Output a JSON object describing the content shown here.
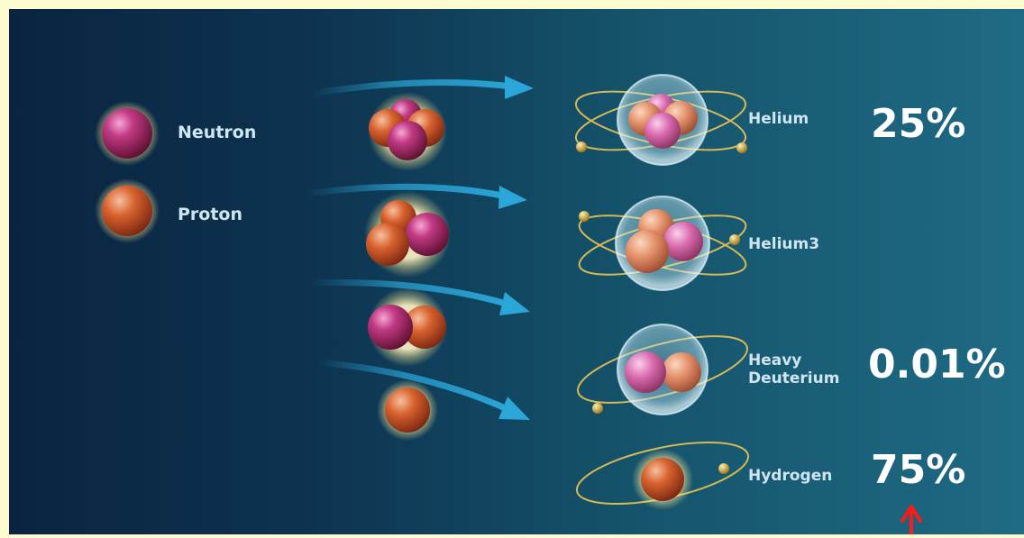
{
  "legend": {
    "neutron_label": "Neutron",
    "proton_label": "Proton"
  },
  "atoms": {
    "helium": {
      "label": "Helium",
      "percent": "25%"
    },
    "helium3": {
      "label": "Helium3"
    },
    "deuterium": {
      "label_line1": "Heavy",
      "label_line2": "Deuterium",
      "percent": "0.01%"
    },
    "hydrogen": {
      "label": "Hydrogen",
      "percent": "75%"
    }
  },
  "colors": {
    "frame": "#fdfbd0",
    "background_dark": "#0a2440",
    "background_light": "#1f6a84",
    "neutron": "#a3265e",
    "proton": "#c8502a",
    "arrow": "#2aa6d8",
    "orbit": "#d6b956",
    "label": "#cfe6f0",
    "percent": "#ffffff",
    "annotation_arrow": "#ff1a1a"
  },
  "icons": {
    "flow_arrow": "curved-arrow-icon",
    "pointer": "red-up-arrow-icon"
  }
}
